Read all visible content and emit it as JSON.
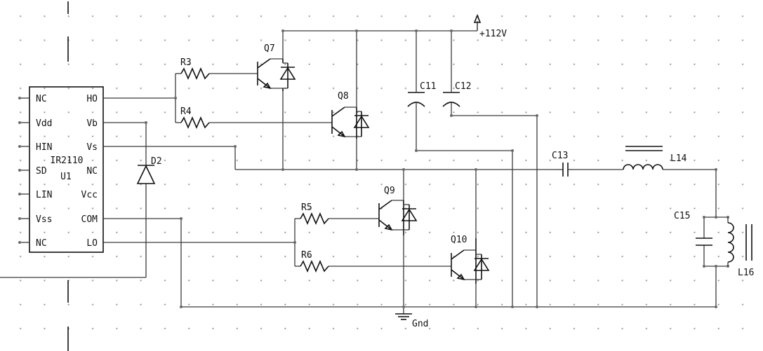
{
  "ic": {
    "part": "IR2110",
    "ref": "U1",
    "pins_left": [
      "NC",
      "Vdd",
      "HIN",
      "SD",
      "LIN",
      "Vss",
      "NC"
    ],
    "pins_right": [
      "HO",
      "Vb",
      "Vs",
      "NC",
      "Vcc",
      "COM",
      "LO"
    ]
  },
  "labels": {
    "supply": "+112V",
    "ground": "Gnd",
    "diode": "D2",
    "r3": "R3",
    "r4": "R4",
    "r5": "R5",
    "r6": "R6",
    "q7": "Q7",
    "q8": "Q8",
    "q9": "Q9",
    "q10": "Q10",
    "c11": "C11",
    "c12": "C12",
    "c13": "C13",
    "c15": "C15",
    "l14": "L14",
    "l16": "L16"
  }
}
